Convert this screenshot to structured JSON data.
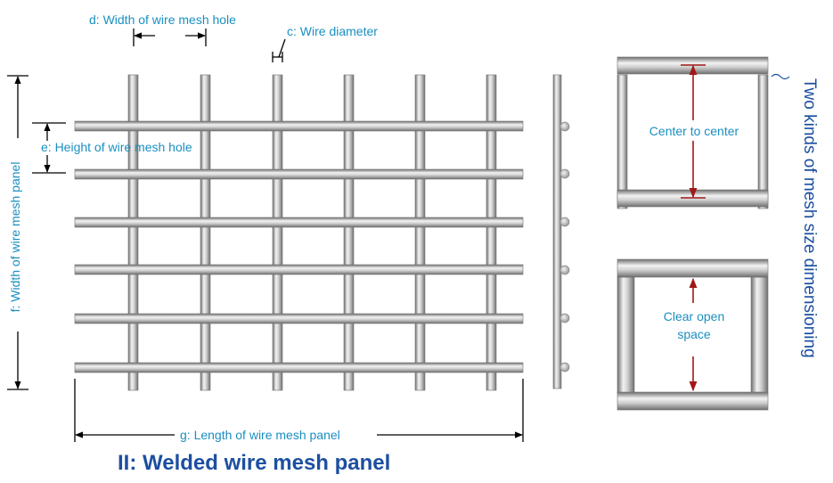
{
  "labels": {
    "d": "d: Width of wire mesh hole",
    "c": "c: Wire diameter",
    "e": "e: Height of wire mesh hole",
    "f": "f: Width of wire mesh panel",
    "g": "g:  Length of wire mesh panel",
    "title": "II: Welded wire mesh panel",
    "side_title": "Two kinds of mesh size dimensioning",
    "center": "Center to center",
    "clear_line1": "Clear open",
    "clear_line2": "space"
  },
  "colors": {
    "label_cyan": "#1a8fc1",
    "label_blue": "#1c4fa0",
    "dimension_red": "#a01818",
    "wire_dark": "#6f6f6f",
    "wire_light": "#f2f2f2"
  }
}
